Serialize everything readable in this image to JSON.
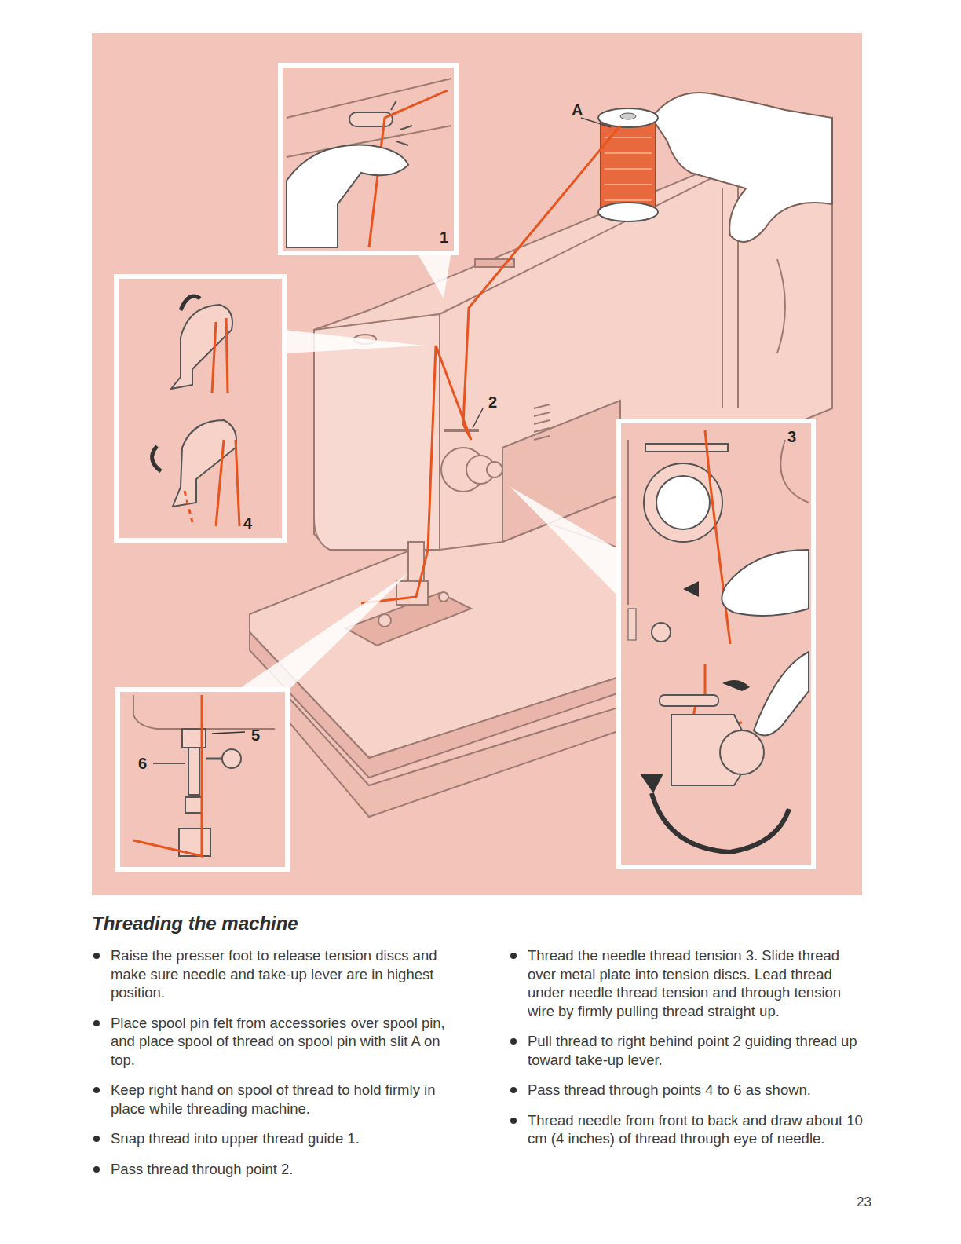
{
  "diagram": {
    "title": "Threading the machine",
    "labels": [
      "A",
      "1",
      "2",
      "3",
      "4",
      "5",
      "6",
      "Raise the presser foot to release tension discs and make sure needle and take-up lever are in highest position.",
      "Place spool pin felt from accessories over spool pin, and place spool of thread on spool pin with slit A on top.",
      "Keep right hand on spool of thread to hold firmly in place while threading machine.",
      "Snap thread into upper thread guide 1.",
      "Pass thread through point 2.",
      "Thread the needle thread tension 3. Slide thread over metal plate into tension discs. Lead thread under needle thread tension and through tension wire by firmly pulling thread straight up.",
      "Pull thread to right behind point 2 guiding thread up toward take-up lever.",
      "Pass thread through points 4 to 6 as shown.",
      "Thread needle from front to back and draw about 10 cm (4 inches) of thread through eye of needle.",
      "23"
    ]
  }
}
